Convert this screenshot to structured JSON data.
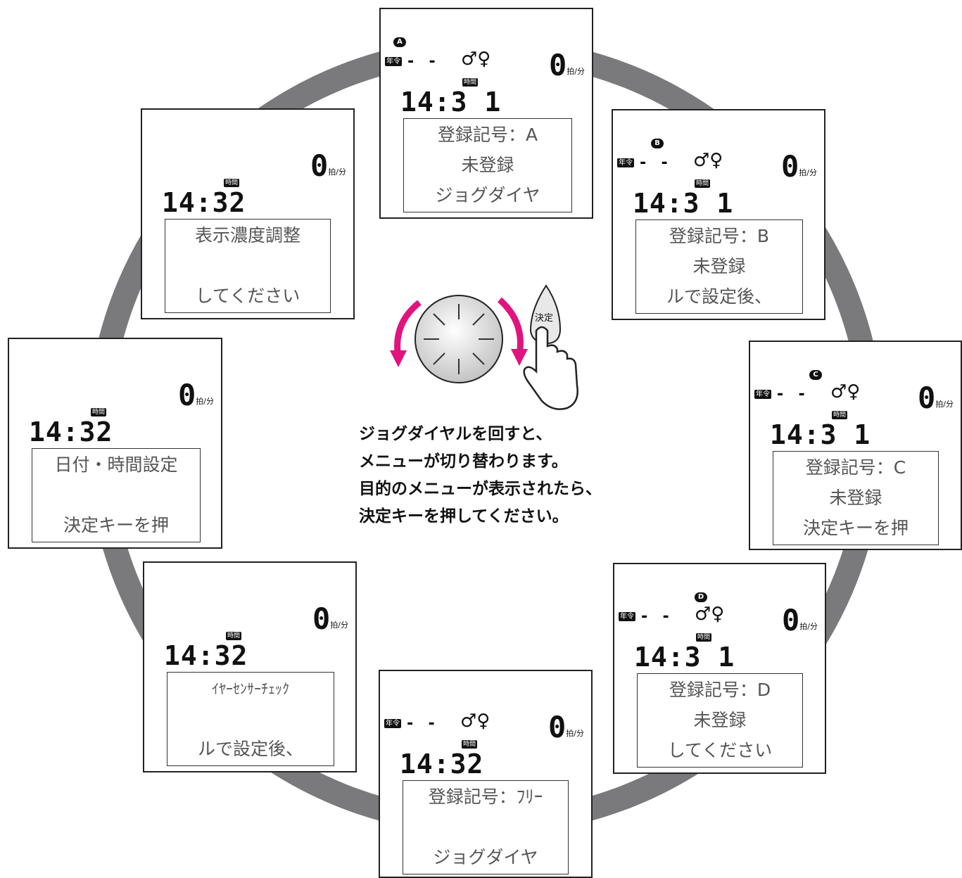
{
  "colors": {
    "ring": "#7a7a7c",
    "arrow": "#e0137f",
    "lcd_text": "#555555"
  },
  "common": {
    "age_badge": "年令",
    "age_value": "- -",
    "gender_icon": "person-male-female-icon",
    "time_badge": "時間",
    "pulse_value": "0",
    "pulse_unit": "拍/分"
  },
  "panels": {
    "A": {
      "letter": "A",
      "clock": "14:3 1",
      "lines": [
        "登録記号：A",
        "未登録",
        "ジョグダイヤ"
      ]
    },
    "B": {
      "letter": "B",
      "clock": "14:3 1",
      "lines": [
        "登録記号：B",
        "未登録",
        "ルで設定後、"
      ]
    },
    "C": {
      "letter": "C",
      "clock": "14:3 1",
      "lines": [
        "登録記号：C",
        "未登録",
        "決定キーを押"
      ]
    },
    "D": {
      "letter": "D",
      "clock": "14:3 1",
      "lines": [
        "登録記号：D",
        "未登録",
        "してください"
      ]
    },
    "free": {
      "clock": "14:32",
      "lines": [
        "登録記号：ﾌﾘｰ",
        "ジョグダイヤ"
      ]
    },
    "ear": {
      "clock": "14:32",
      "lines": [
        "ｲﾔｰｾﾝｻｰﾁｪｯｸ",
        "ルで設定後、"
      ]
    },
    "datetime": {
      "clock": "14:32",
      "lines": [
        "日付・時間設定",
        "決定キーを押"
      ]
    },
    "contrast": {
      "clock": "14:32",
      "lines": [
        "表示濃度調整",
        "してください"
      ]
    }
  },
  "center": {
    "decide_label": "決定",
    "instruction": [
      "ジョグダイヤルを回すと、",
      "メニューが切り替わります。",
      "目的のメニューが表示されたら、",
      "決定キーを押してください。"
    ]
  }
}
